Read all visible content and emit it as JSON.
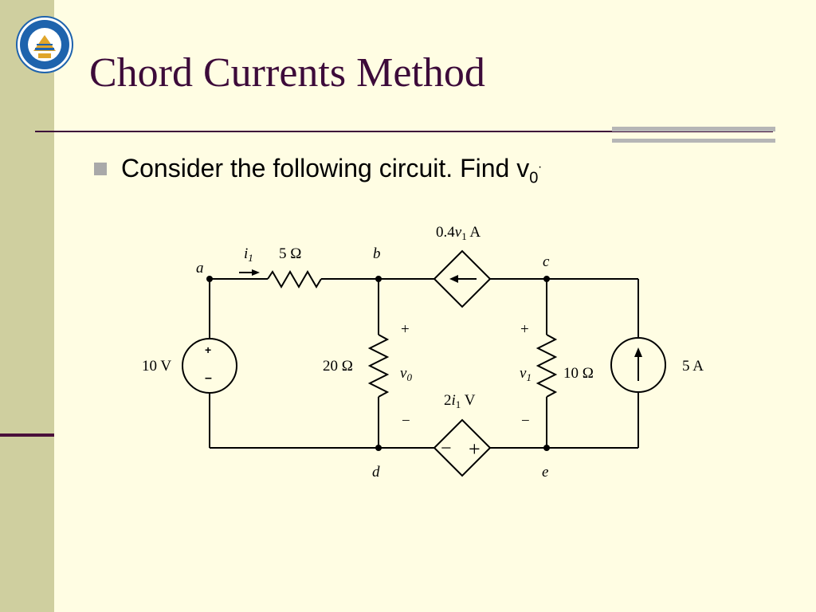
{
  "title": "Chord Currents Method",
  "bullet": {
    "text": "Consider the following circuit. Find v",
    "subscript": "0",
    "trailing": "."
  },
  "colors": {
    "background": "#fffde3",
    "sidebar": "#cfcf9f",
    "title": "#3d0b3a",
    "rule_gray": "#b6b6b6",
    "logo_blue": "#1e63ad"
  },
  "icons": [
    "university-logo-icon",
    "square-bullet-icon"
  ],
  "circuit": {
    "nodes": {
      "a": "a",
      "b": "b",
      "c": "c",
      "d": "d",
      "e": "e"
    },
    "resistor_5": "5 Ω",
    "resistor_20": "20 Ω",
    "resistor_10": "10 Ω",
    "voltage_source": "10 V",
    "current_source": "5 A",
    "ccs_value_prefix": "0.4",
    "ccs_var": "v",
    "ccs_sub": "1",
    "ccs_unit": " A",
    "ccvs_value_prefix": "2",
    "ccvs_var": "i",
    "ccvs_sub": "1",
    "ccvs_unit": " V",
    "current_label_var": "i",
    "current_label_sub": "1",
    "v0_var": "v",
    "v0_sub": "0",
    "v1_var": "v",
    "v1_sub": "1",
    "plus": "+",
    "minus": "−",
    "source_plus": "+",
    "source_minus": "–"
  }
}
